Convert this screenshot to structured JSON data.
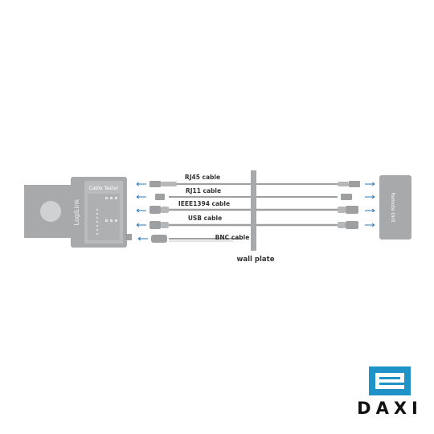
{
  "colors": {
    "device": "#a7a9ab",
    "device_panel": "#b9bbbd",
    "cable": "#9d9fa1",
    "arrow": "#2a76ba",
    "text": "#333333",
    "logo_blue": "#1f93c8",
    "logo_dark": "#111111"
  },
  "tester": {
    "title": "Cable Tester",
    "brand": "LogiLink"
  },
  "remote": {
    "label": "Remote Unit"
  },
  "wall_plate": {
    "label": "wall plate"
  },
  "cables": [
    {
      "id": "rj45",
      "label": "RJ45 cable"
    },
    {
      "id": "rj11",
      "label": "RJ11 cable"
    },
    {
      "id": "ieee1394",
      "label": "IEEE1394 cable"
    },
    {
      "id": "usb",
      "label": "USB cable"
    },
    {
      "id": "bnc",
      "label": "BNC cable"
    }
  ],
  "logo": {
    "word": "DAXI",
    "icon": "e-logo-icon"
  }
}
